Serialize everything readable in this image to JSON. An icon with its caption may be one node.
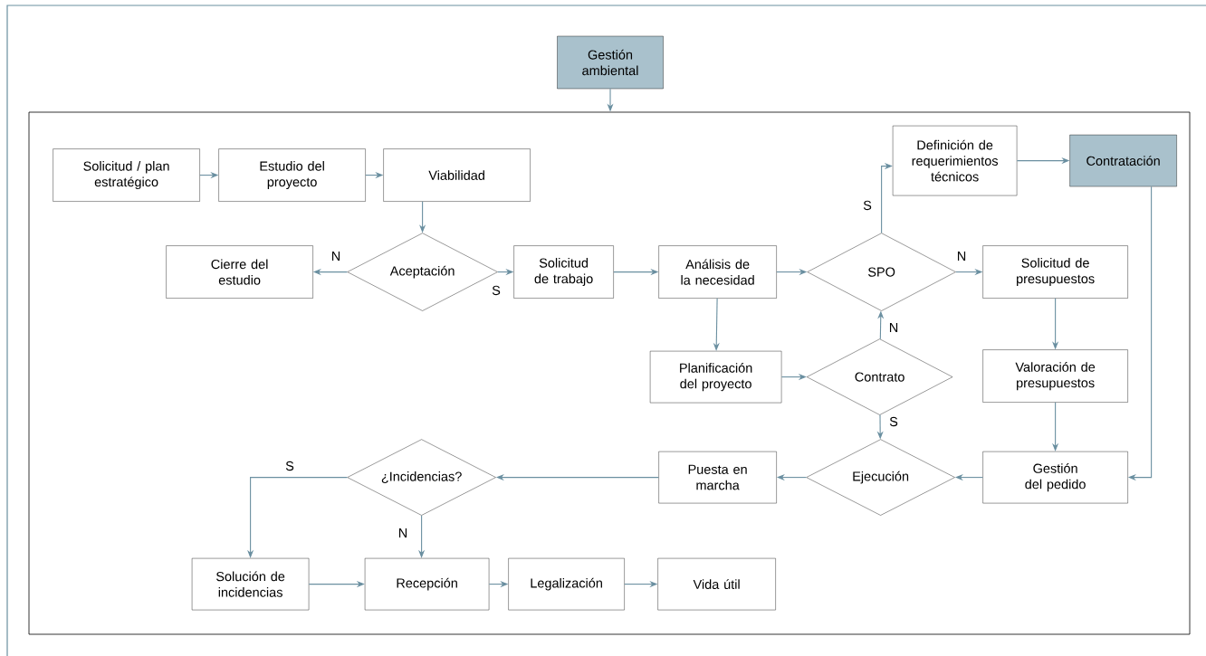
{
  "diagram": {
    "nodes": [
      {
        "text": [
          "Gestión ambiental"
        ]
      },
      {
        "text": [],
        "shape": "box"
      },
      {
        "text": [
          "Solicitud / plan estratégico"
        ],
        "in": 1
      },
      {
        "text": [
          "Estudio del proyecto"
        ],
        "in": 1
      },
      {
        "text": [
          "Viabilidad"
        ],
        "in": 1
      },
      {
        "text": [
          "Cierre del estudio"
        ],
        "in": 1
      },
      {
        "text": [
          "Aceptación"
        ],
        "in": 1
      },
      {
        "text": [
          "Solicitud de trabajo"
        ],
        "in": 1
      },
      {
        "text": [
          "Análisis de la necesidad"
        ],
        "in": 1
      },
      {
        "text": [
          "SPO"
        ],
        "in": 1
      },
      {
        "text": [
          "Definición de requerimientos técnicos"
        ],
        "in": 1
      },
      {
        "text": [
          "Contratación"
        ],
        "in": 1
      },
      {
        "text": [
          "Solicitud de presupuestos"
        ],
        "in": 1
      },
      {
        "text": [
          "Planificación del proyecto"
        ],
        "in": 1
      },
      {
        "text": [
          "Contrato"
        ],
        "in": 1
      },
      {
        "text": [
          "Valoración de presupuestos"
        ],
        "in": 1
      },
      {
        "text": [
          "¿Incidencias?"
        ],
        "in": 1
      },
      {
        "text": [
          "Puesta en marcha"
        ],
        "in": 1
      },
      {
        "text": [
          "Ejecución"
        ],
        "in": 1
      },
      {
        "text": [
          "Gestión del pedido"
        ],
        "in": 1
      },
      {
        "text": [
          "Solución de incidencias"
        ],
        "in": 1
      },
      {
        "text": [
          "Recepción"
        ],
        "in": 1
      },
      {
        "text": [
          "Legalización"
        ],
        "in": 1
      },
      {
        "text": [
          "Vida útil"
        ],
        "in": 1
      }
    ],
    "edges": [
      {
        "from": 0,
        "to": 1,
        "arrow": "to"
      },
      {
        "from": 2,
        "to": 3,
        "arrow": "to"
      },
      {
        "from": 3,
        "to": 4,
        "arrow": "to"
      },
      {
        "from": 4,
        "to": 6,
        "arrow": "to"
      },
      {
        "from": 6,
        "to": 5,
        "arrow": "to",
        "label": "N"
      },
      {
        "from": 6,
        "to": 7,
        "arrow": "to",
        "label": "S"
      },
      {
        "from": 7,
        "to": 8,
        "arrow": "to"
      },
      {
        "from": 8,
        "to": 9,
        "arrow": "to"
      },
      {
        "from": 9,
        "to": 10,
        "arrow": "to",
        "label": "S"
      },
      {
        "from": 10,
        "to": 11,
        "arrow": "to"
      },
      {
        "from": 9,
        "to": 12,
        "arrow": "to",
        "label": "N"
      },
      {
        "from": 8,
        "to": 13,
        "arrow": "to"
      },
      {
        "from": 13,
        "to": 14,
        "arrow": "to"
      },
      {
        "from": 14,
        "to": 9,
        "arrow": "to",
        "label": "N"
      },
      {
        "from": 14,
        "to": 18,
        "arrow": "to",
        "label": "S"
      },
      {
        "from": 11,
        "to": 19,
        "arrow": "to"
      },
      {
        "from": 12,
        "to": 15,
        "arrow": "to"
      },
      {
        "from": 15,
        "to": 19,
        "arrow": "to"
      },
      {
        "from": 19,
        "to": 18,
        "arrow": "to"
      },
      {
        "from": 18,
        "to": 17,
        "arrow": "to"
      },
      {
        "from": 17,
        "to": 16,
        "arrow": "to"
      },
      {
        "from": 16,
        "to": 20,
        "arrow": "to",
        "label": "S"
      },
      {
        "from": 16,
        "to": 21,
        "arrow": "to",
        "label": "N"
      },
      {
        "from": 20,
        "to": 21,
        "arrow": "to"
      },
      {
        "from": 21,
        "to": 22,
        "arrow": "to"
      },
      {
        "from": 22,
        "to": 23,
        "arrow": "to"
      }
    ]
  }
}
